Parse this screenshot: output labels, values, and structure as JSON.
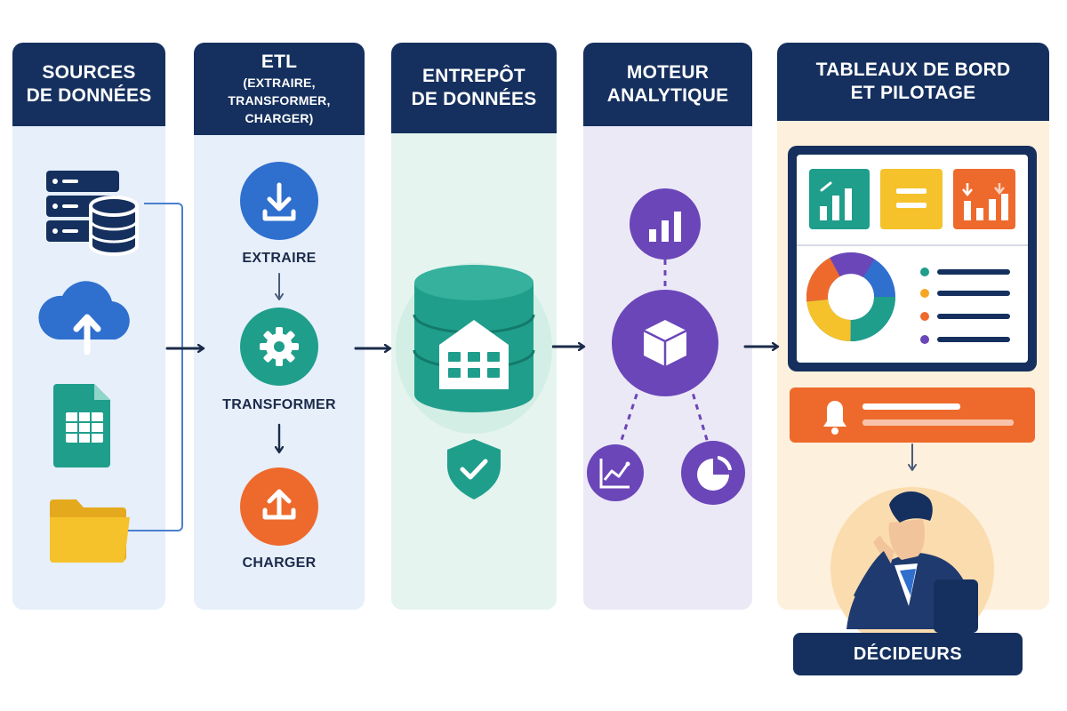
{
  "columns": [
    {
      "title_line1": "SOURCES",
      "title_line2": "DE DONNÉES",
      "color": "#e6effa"
    },
    {
      "title_line1": "ETL",
      "title_line2": "(EXTRAIRE, TRANSFORMER,",
      "title_line3": "CHARGER)",
      "color": "#e6effa"
    },
    {
      "title_line1": "ENTREPÔT",
      "title_line2": "DE DONNÉES",
      "color": "#e5f4ef"
    },
    {
      "title_line1": "MOTEUR",
      "title_line2": "ANALYTIQUE",
      "color": "#ece9f7"
    },
    {
      "title_line1": "TABLEAUX DE BORD",
      "title_line2": "ET PILOTAGE",
      "color": "#fdf0dc"
    }
  ],
  "etl_steps": {
    "extract": "EXTRAIRE",
    "transform": "TRANSFORMER",
    "load": "CHARGER"
  },
  "audience": "DÉCIDEURS",
  "icons": {
    "sources": [
      "server-database-icon",
      "cloud-upload-icon",
      "spreadsheet-icon",
      "folder-icon"
    ],
    "etl": [
      "download-icon",
      "gear-icon",
      "upload-icon"
    ],
    "warehouse": [
      "database-warehouse-icon",
      "shield-check-icon"
    ],
    "analytics": [
      "bar-chart-icon",
      "cube-icon",
      "line-chart-icon",
      "pie-chart-icon"
    ],
    "dashboard": [
      "dashboard-monitor-icon",
      "bell-alert-icon",
      "person-thinking-icon"
    ]
  },
  "colors": {
    "navy": "#15305e",
    "blue": "#2f6fce",
    "teal": "#1f9e8b",
    "orange": "#ee6a2c",
    "purple": "#6b46b8",
    "yellow": "#f5c22b"
  }
}
